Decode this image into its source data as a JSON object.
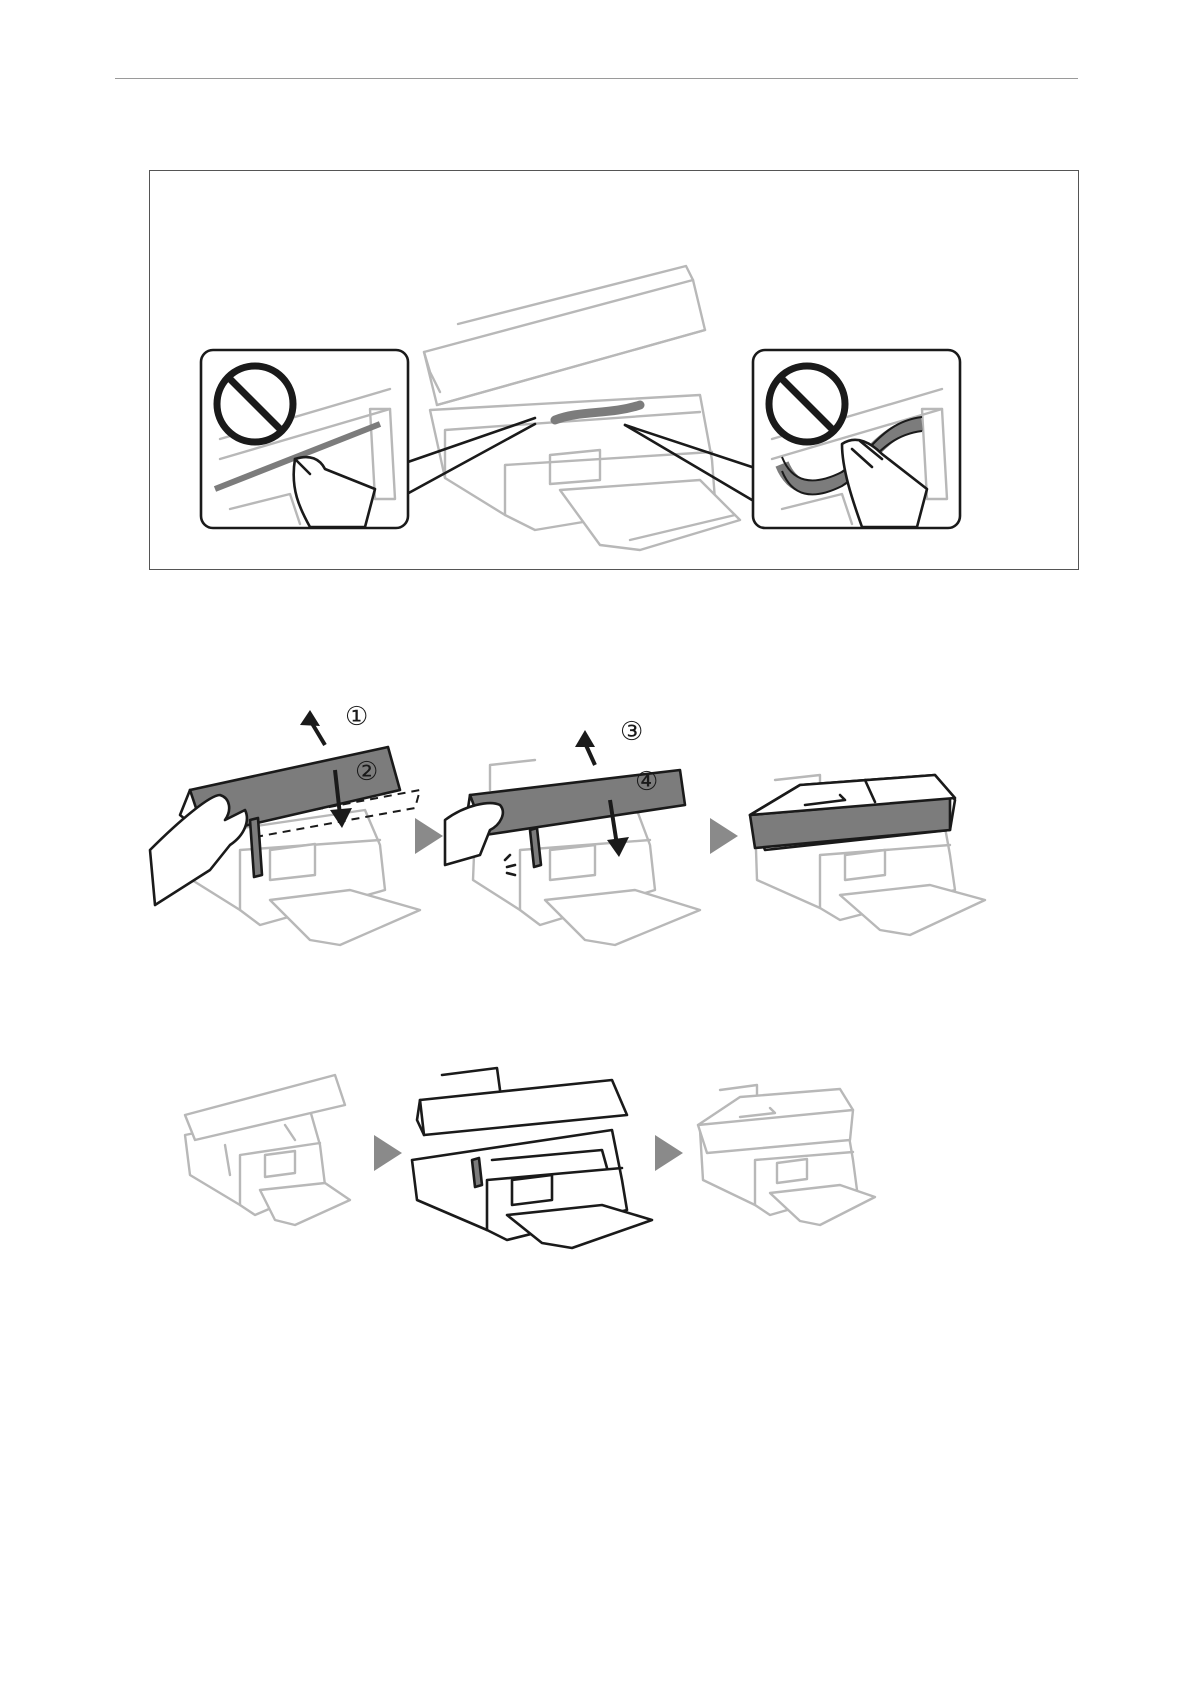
{
  "figures": {
    "do_not_touch": {
      "icons": [
        "prohibited-icon",
        "prohibited-icon"
      ]
    },
    "close_scanner_steps": {
      "step_numbers": [
        "①",
        "②",
        "③",
        "④"
      ],
      "arrow_icon": "play-triangle-icon"
    },
    "scanner_close_sequence": {
      "arrow_icon": "play-triangle-icon"
    }
  },
  "colors": {
    "line_light": "#b8b8b8",
    "line_dark": "#1a1a1a",
    "fill_gray": "#7c7c7c",
    "arrow": "#8a8a8a"
  }
}
